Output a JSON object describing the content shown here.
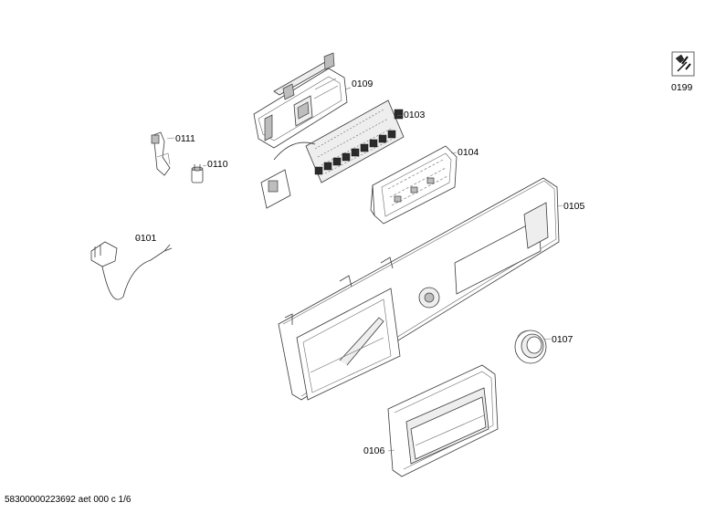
{
  "diagram": {
    "parts": [
      {
        "id": "0101",
        "label": "0101"
      },
      {
        "id": "0103",
        "label": "0103"
      },
      {
        "id": "0104",
        "label": "0104"
      },
      {
        "id": "0105",
        "label": "0105"
      },
      {
        "id": "0106",
        "label": "0106"
      },
      {
        "id": "0107",
        "label": "0107"
      },
      {
        "id": "0109",
        "label": "0109"
      },
      {
        "id": "0110",
        "label": "0110"
      },
      {
        "id": "0111",
        "label": "0111"
      },
      {
        "id": "0199",
        "label": "0199"
      }
    ]
  },
  "footer": {
    "text": "58300000223692 aet 000 c 1/6"
  }
}
